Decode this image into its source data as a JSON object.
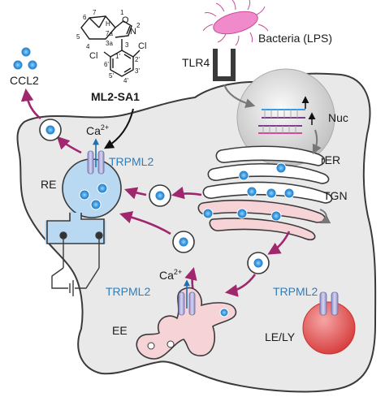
{
  "labels": {
    "ccl2": "CCL2",
    "compound": "ML2-SA1",
    "bacteria": "Bacteria (LPS)",
    "tlr4": "TLR4",
    "nuc": "Nuc",
    "rer": "rER",
    "tgn": "TGN",
    "re": "RE",
    "ee": "EE",
    "lely": "LE/LY",
    "trpml2_re": "TRPML2",
    "trpml2_ee": "TRPML2",
    "trpml2_ly": "TRPML2",
    "ca_re": "Ca",
    "ca_ee": "Ca",
    "ca_sup": "2+"
  },
  "chem": {
    "cl1": "Cl",
    "cl2": "Cl",
    "o": "O",
    "n": "N",
    "h": "H",
    "n7": "7",
    "n1": "1",
    "n2": "2",
    "n6": "6",
    "n7a": "7a",
    "n5": "5",
    "n3a": "3a",
    "n4": "4",
    "n3": "3",
    "n1p": "1'",
    "n2p": "2'",
    "n3p": "3'",
    "n6p": "6'",
    "n5p": "5'",
    "n4p": "4'"
  },
  "colors": {
    "arrow": "#a0266e",
    "vesicle": "#3a9be0",
    "trpml2_text": "#2a7fc1",
    "re_fill": "#b9d8f2",
    "ee_fill": "#f6d3d6",
    "ly_fill": "#e24a4a",
    "channel": "#a9a9d8",
    "cell": "#e9e9e9",
    "bacteria": "#f08acb"
  }
}
